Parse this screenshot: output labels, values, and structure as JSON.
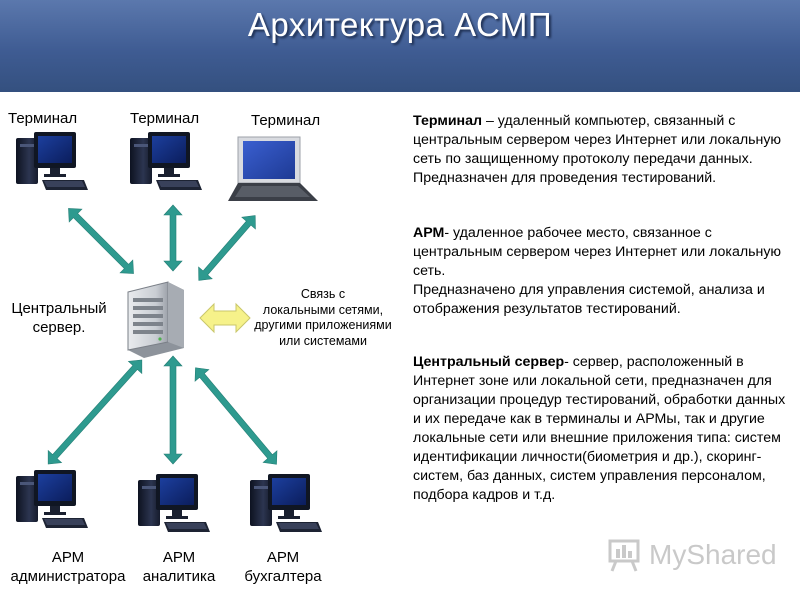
{
  "title": "Архитектура АСМП",
  "terminals": [
    "Терминал",
    "Терминал",
    "Терминал"
  ],
  "server": {
    "label_line1": "Центральный",
    "label_line2": "сервер."
  },
  "link": {
    "line1": "Связь с",
    "line2": "локальными сетями,",
    "line3": "другими приложениями",
    "line4": "или системами"
  },
  "arm": [
    {
      "line1": "АРМ",
      "line2": "администратора"
    },
    {
      "line1": "АРМ",
      "line2": "аналитика"
    },
    {
      "line1": "АРМ",
      "line2": "бухгалтера"
    }
  ],
  "descriptions": {
    "terminal": {
      "term": "Терминал",
      "text": " – удаленный компьютер, связанный с центральным сервером через Интернет или локальную сеть по защищенному протоколу передачи данных. Предназначен для проведения тестирований."
    },
    "arm": {
      "term": "АРМ",
      "text1": "- удаленное рабочее место, связанное с центральным сервером через Интернет или локальную сеть.",
      "text2": "Предназначено для управления системой, анализа и отображения результатов тестирований."
    },
    "server": {
      "term": "Центральный сервер",
      "text": "- сервер, расположенный в Интернет зоне или локальной сети, предназначен для организации процедур тестирований, обработки данных и их передаче как в терминалы и АРМы, так и другие локальные сети или внешние приложения типа: систем идентификации личности(биометрия и др.), скоринг- систем, баз данных, систем управления персоналом, подбора кадров и т.д."
    }
  },
  "logo": {
    "text": "MyShared",
    "icon": "presentation-board-icon"
  },
  "colors": {
    "header": "#4a6aa3",
    "arrow": "#2e9a8f",
    "double_arrow": "#f6f28a",
    "monitor_screen": "#2a4fa8"
  }
}
